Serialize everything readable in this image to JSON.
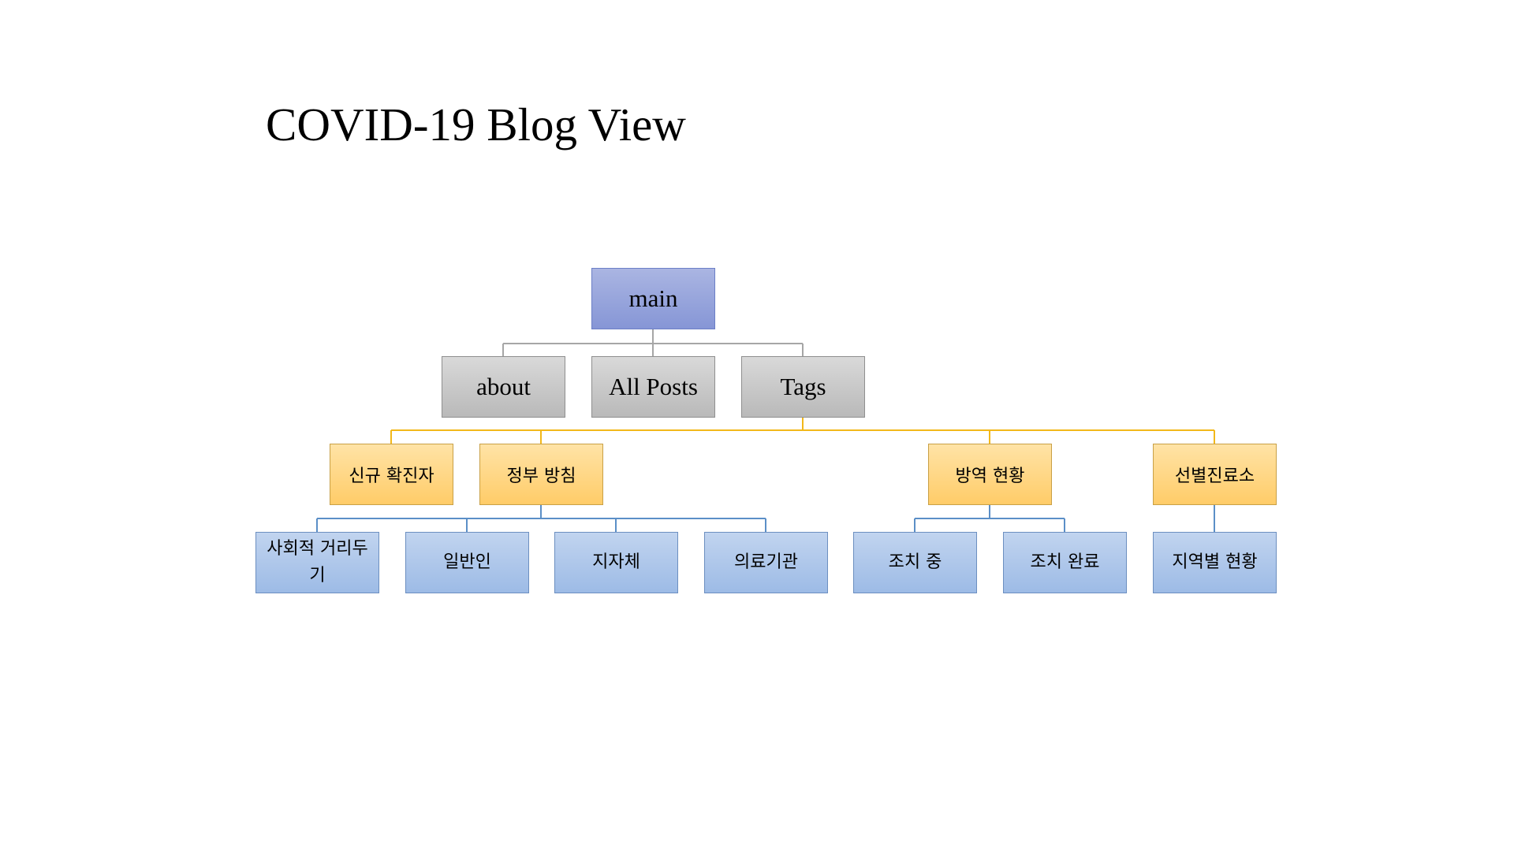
{
  "title": "COVID-19 Blog View",
  "colors": {
    "root": "#8f9ed9",
    "page": "#c8c8c8",
    "tag": "#ffd88a",
    "leaf": "#a9c3ea",
    "root_connector": "#a6a6a6",
    "tag_connector": "#f2b81a",
    "leaf_connector": "#5b8fc7"
  },
  "tree": {
    "root": "main",
    "pages": [
      "about",
      "All Posts",
      "Tags"
    ],
    "tags": [
      "신규 확진자",
      "정부 방침",
      "방역 현황",
      "선별진료소"
    ],
    "leaves": {
      "정부 방침": [
        "사회적 거리두기",
        "일반인",
        "지자체",
        "의료기관"
      ],
      "방역 현황": [
        "조치 중",
        "조치 완료"
      ],
      "선별진료소": [
        "지역별 현황"
      ]
    }
  }
}
